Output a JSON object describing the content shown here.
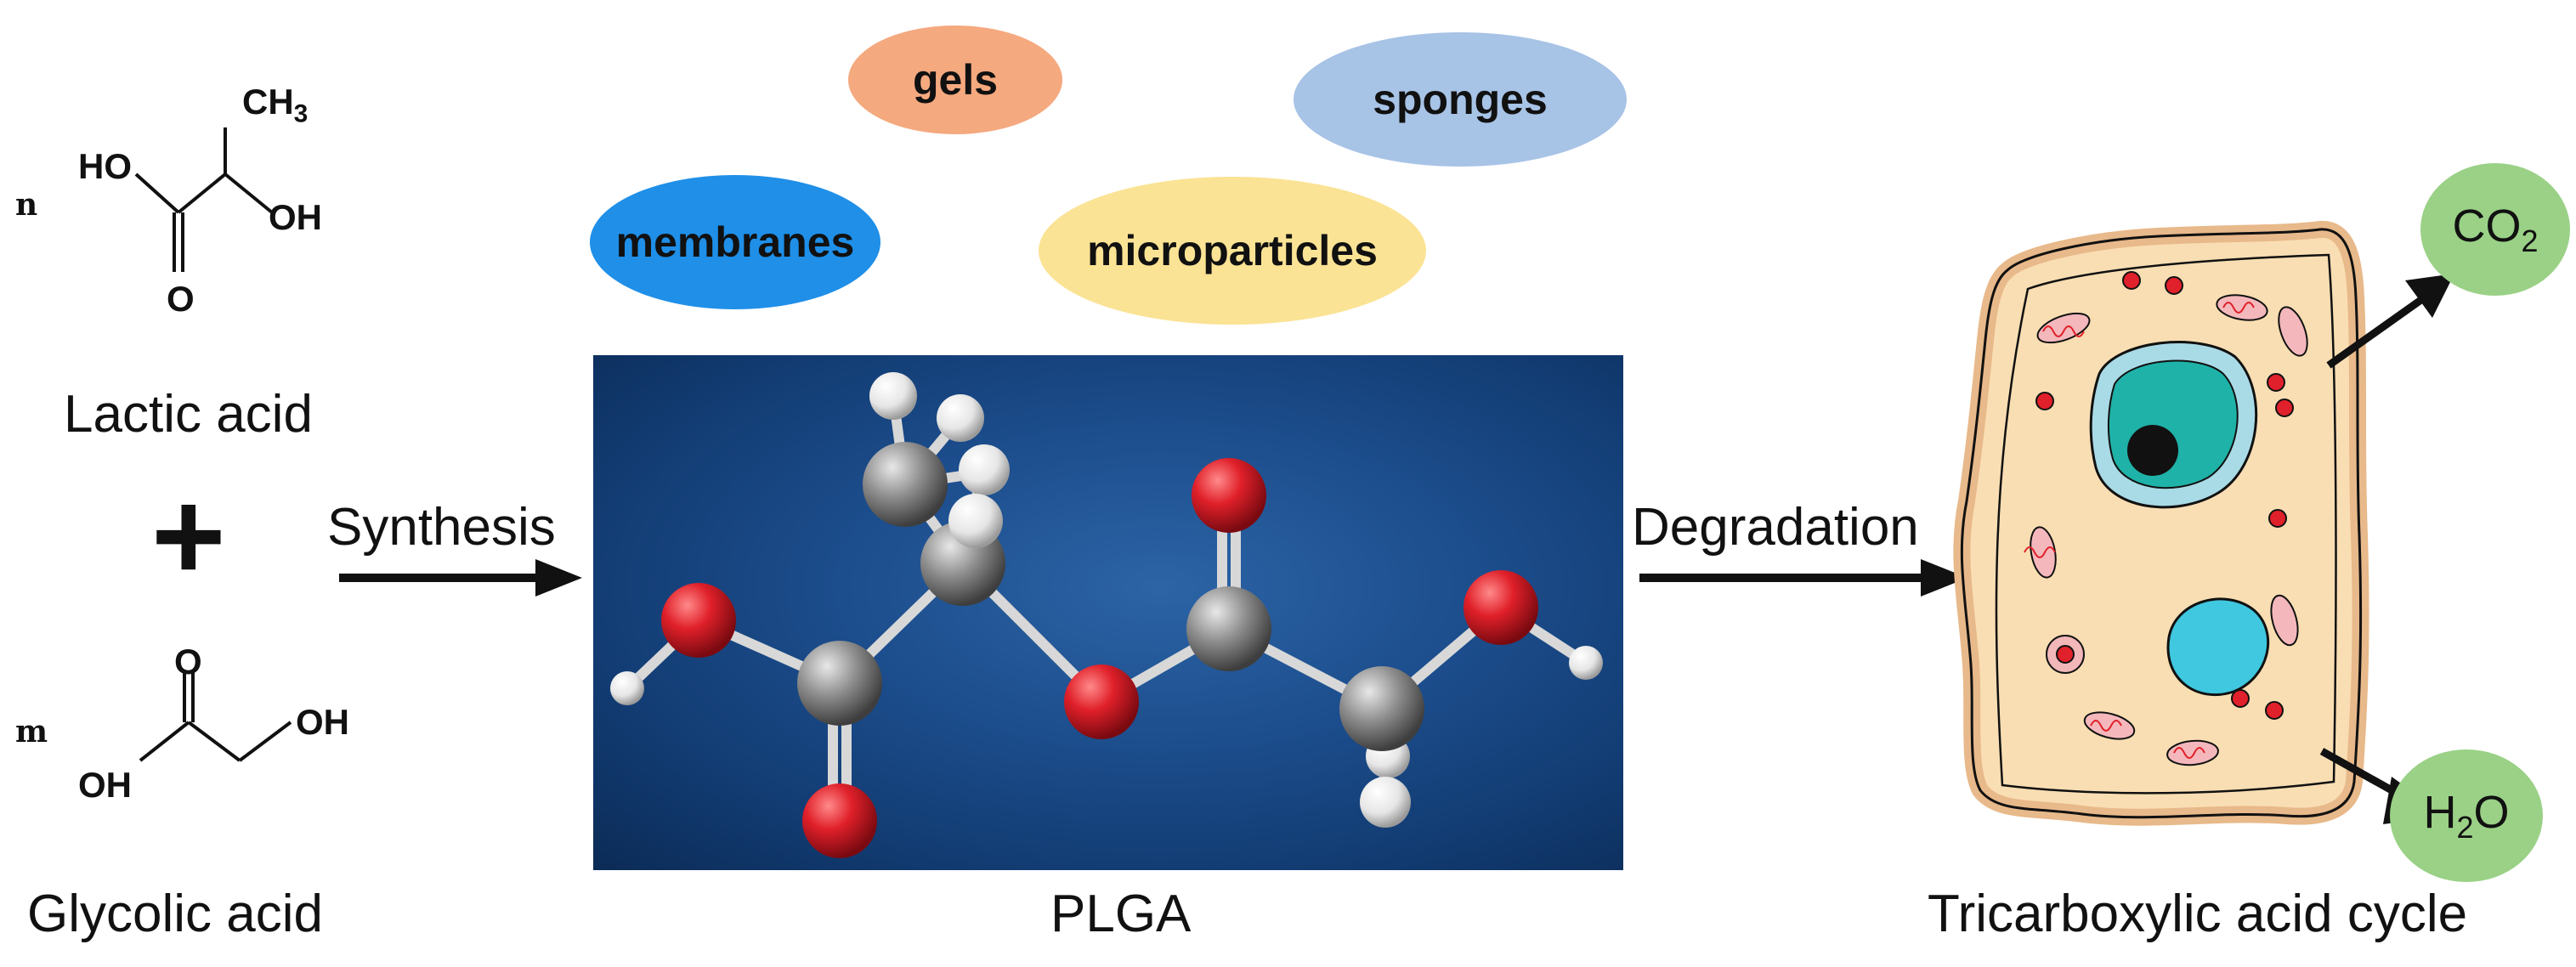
{
  "monomers": {
    "lactic": {
      "name": "Lactic acid",
      "multiplier": "n",
      "groups": {
        "ch3": "CH",
        "ch3_sub": "3",
        "ho": "HO",
        "oh": "OH",
        "o": "O"
      }
    },
    "plus": "+",
    "glycolic": {
      "name": "Glycolic acid",
      "multiplier": "m",
      "groups": {
        "o": "O",
        "oh_right": "OH",
        "oh_left": "OH"
      }
    }
  },
  "arrows": {
    "synthesis": "Synthesis",
    "degradation": "Degradation"
  },
  "forms": {
    "gels": "gels",
    "sponges": "sponges",
    "membranes": "membranes",
    "microparticles": "microparticles"
  },
  "polymer": {
    "label": "PLGA"
  },
  "products": {
    "co2_main": "CO",
    "co2_sub": "2",
    "h2o_h": "H",
    "h2o_sub": "2",
    "h2o_o": "O",
    "cycle": "Tricarboxylic acid cycle"
  },
  "colors": {
    "gels": "#f5a97f",
    "sponges": "#a7c3e6",
    "membranes": "#1f8fe8",
    "microparticles": "#fbe395",
    "products": "#9ad186",
    "cell_body": "#f9deb3",
    "cell_outline": "#e8b98a",
    "nucleus": "#1fb2a8",
    "vacuole": "#3fc8e0",
    "organelle": "#e0202a",
    "oxygen_atom": "#e0202a",
    "carbon_atom": "#8e8e8e",
    "hydrogen_atom": "#ffffff"
  }
}
